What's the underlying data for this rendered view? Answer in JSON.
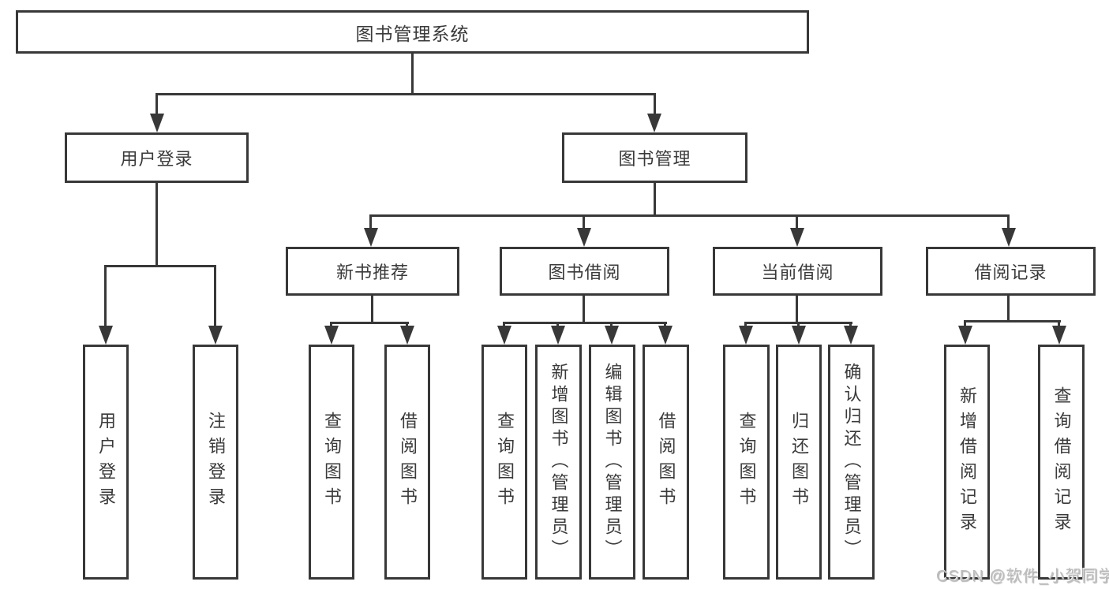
{
  "diagram": {
    "title": "图书管理系统",
    "level2": {
      "user_login": "用户登录",
      "book_mgmt": "图书管理"
    },
    "level3": {
      "new_book_rec": "新书推荐",
      "book_borrow": "图书借阅",
      "current_borrow": "当前借阅",
      "borrow_records": "借阅记录"
    },
    "leaves": {
      "user_login": "用户登录",
      "logout": "注销登录",
      "query_books_rec": "查询图书",
      "borrow_books_rec": "借阅图书",
      "query_books_borrow": "查询图书",
      "add_books_admin": "新增图书（管理员）",
      "edit_books_admin": "编辑图书（管理员）",
      "borrow_books_borrow": "借阅图书",
      "query_books_current": "查询图书",
      "return_books": "归还图书",
      "confirm_return_admin": "确认归还（管理员）",
      "add_borrow_record": "新增借阅记录",
      "query_borrow_record": "查询借阅记录"
    }
  },
  "colors": {
    "line": "#383838",
    "text": "#3a3a3a",
    "watermark": "#bdbdbd"
  },
  "watermark": {
    "text": "CSDN @软件_小贺同学"
  }
}
